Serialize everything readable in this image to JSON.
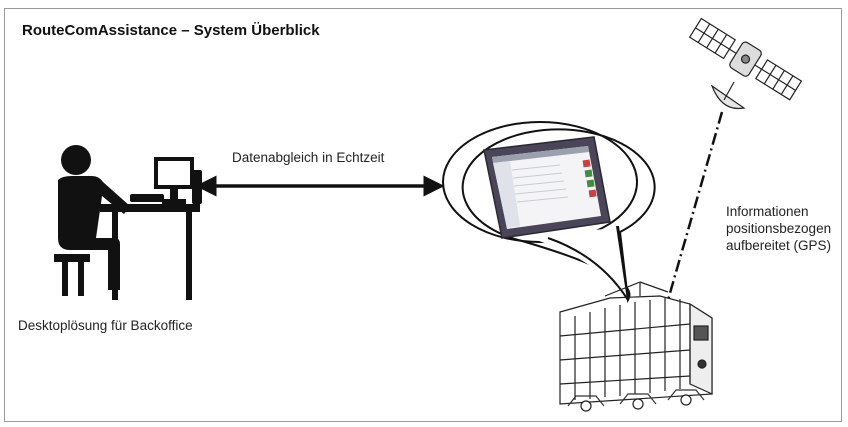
{
  "title": "RouteComAssistance – System Überblick",
  "sync_label": "Datenabgleich in Echtzeit",
  "desktop_label": "Desktoplösung für Backoffice",
  "gps_info": {
    "line1": "Informationen",
    "line2": "positionsbezogen",
    "line3": "aufbereitet (GPS)"
  },
  "icons": {
    "user": "person-at-computer-icon",
    "tablet": "tablet-icon",
    "satellite": "satellite-icon",
    "locomotive": "locomotive-icon"
  },
  "colors": {
    "frame": "#9a9a9a",
    "figure": "#111111",
    "tablet_body": "#4a4558",
    "screen_accent_red": "#c94040",
    "screen_accent_green": "#3f8f3f"
  }
}
